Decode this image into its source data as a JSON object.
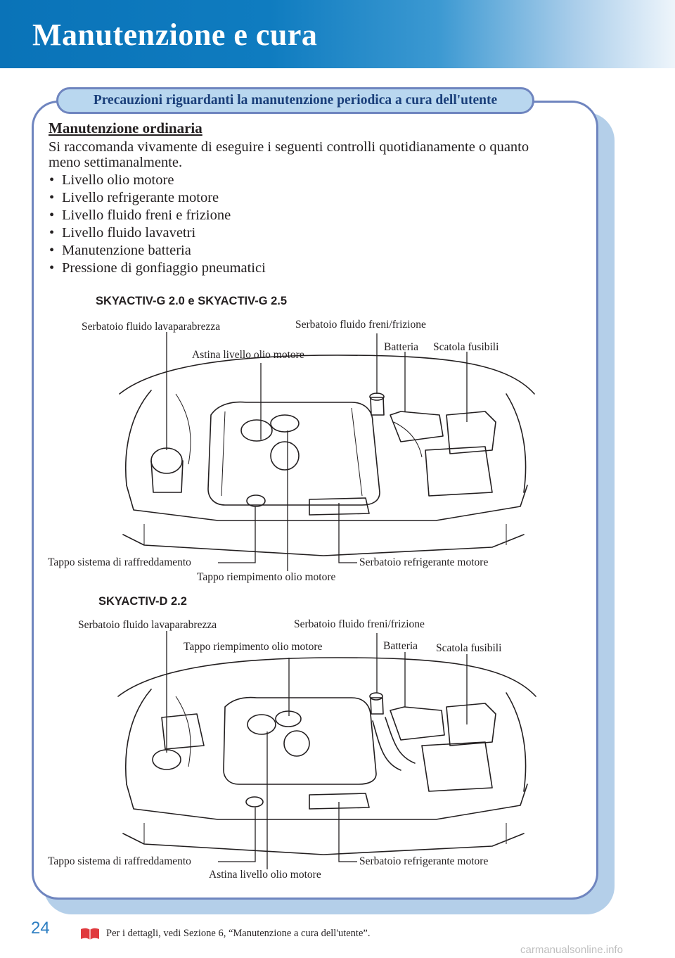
{
  "header": {
    "title": "Manutenzione e cura"
  },
  "section": {
    "tab": "Precauzioni riguardanti la manutenzione periodica a cura dell'utente",
    "heading": "Manutenzione ordinaria",
    "intro": "Si raccomanda vivamente di eseguire i seguenti controlli quotidianamente o quanto meno settimanalmente.",
    "bullets": [
      "Livello olio motore",
      "Livello refrigerante motore",
      "Livello fluido freni e frizione",
      "Livello fluido lavavetri",
      "Manutenzione batteria",
      "Pressione di gonfiaggio pneumatici"
    ]
  },
  "diagram1": {
    "title": "SKYACTIV-G 2.0 e SKYACTIV-G 2.5",
    "labels": {
      "washer": "Serbatoio fluido lavaparabrezza",
      "brake": "Serbatoio fluido freni/frizione",
      "dipstick": "Astina livello olio motore",
      "battery": "Batteria",
      "fuse": "Scatola fusibili",
      "radiator_cap": "Tappo sistema di raffreddamento",
      "coolant": "Serbatoio refrigerante motore",
      "oil_cap": "Tappo riempimento olio motore"
    }
  },
  "diagram2": {
    "title": "SKYACTIV-D 2.2",
    "labels": {
      "washer": "Serbatoio fluido lavaparabrezza",
      "brake": "Serbatoio fluido freni/frizione",
      "oil_cap": "Tappo riempimento olio motore",
      "battery": "Batteria",
      "fuse": "Scatola fusibili",
      "radiator_cap": "Tappo sistema di raffreddamento",
      "coolant": "Serbatoio refrigerante motore",
      "dipstick": "Astina livello olio motore"
    }
  },
  "footer": {
    "page_number": "24",
    "note": "Per i dettagli, vedi Sezione 6, “Manutenzione a cura dell'utente”.",
    "watermark": "carmanualsonline.info"
  },
  "colors": {
    "header_blue": "#0a73b8",
    "panel_border": "#6f85bf",
    "tab_fill": "#b9d7ef",
    "book_red": "#e03a3e"
  },
  "icons": {
    "note": "book-icon"
  }
}
